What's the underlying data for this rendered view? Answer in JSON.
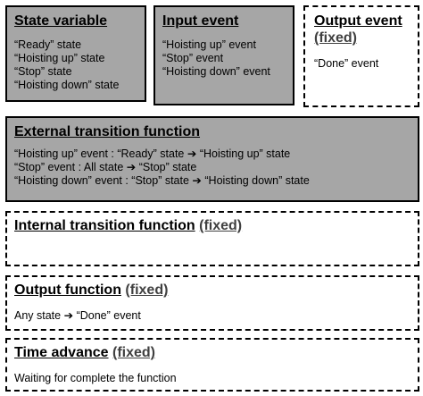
{
  "boxes": {
    "state_variable": {
      "title": "State variable",
      "lines": [
        "“Ready” state",
        "“Hoisting up” state",
        "“Stop” state",
        "“Hoisting down” state"
      ]
    },
    "input_event": {
      "title": "Input event",
      "lines": [
        "“Hoisting up” event",
        "“Stop” event",
        "“Hoisting down” event"
      ]
    },
    "output_event": {
      "title_line1": "Output event",
      "title_fixed": "(fixed)",
      "lines": [
        "“Done” event"
      ]
    },
    "external_transition": {
      "title": "External transition function",
      "lines": [
        {
          "left": "“Hoisting up” event : “Ready” state",
          "right": "“Hoisting up” state"
        },
        {
          "left": "“Stop” event : All state",
          "right": "“Stop” state"
        },
        {
          "left": "“Hoisting down” event : “Stop” state",
          "right": "“Hoisting down” state"
        }
      ]
    },
    "internal_transition": {
      "title": "Internal transition function",
      "fixed": "(fixed)"
    },
    "output_function": {
      "title": "Output function",
      "fixed": "(fixed)",
      "line": {
        "left": "Any state",
        "right": "“Done” event"
      }
    },
    "time_advance": {
      "title": "Time advance",
      "fixed": "(fixed)",
      "line": "Waiting for complete the function"
    }
  },
  "arrow_glyph": "➔"
}
